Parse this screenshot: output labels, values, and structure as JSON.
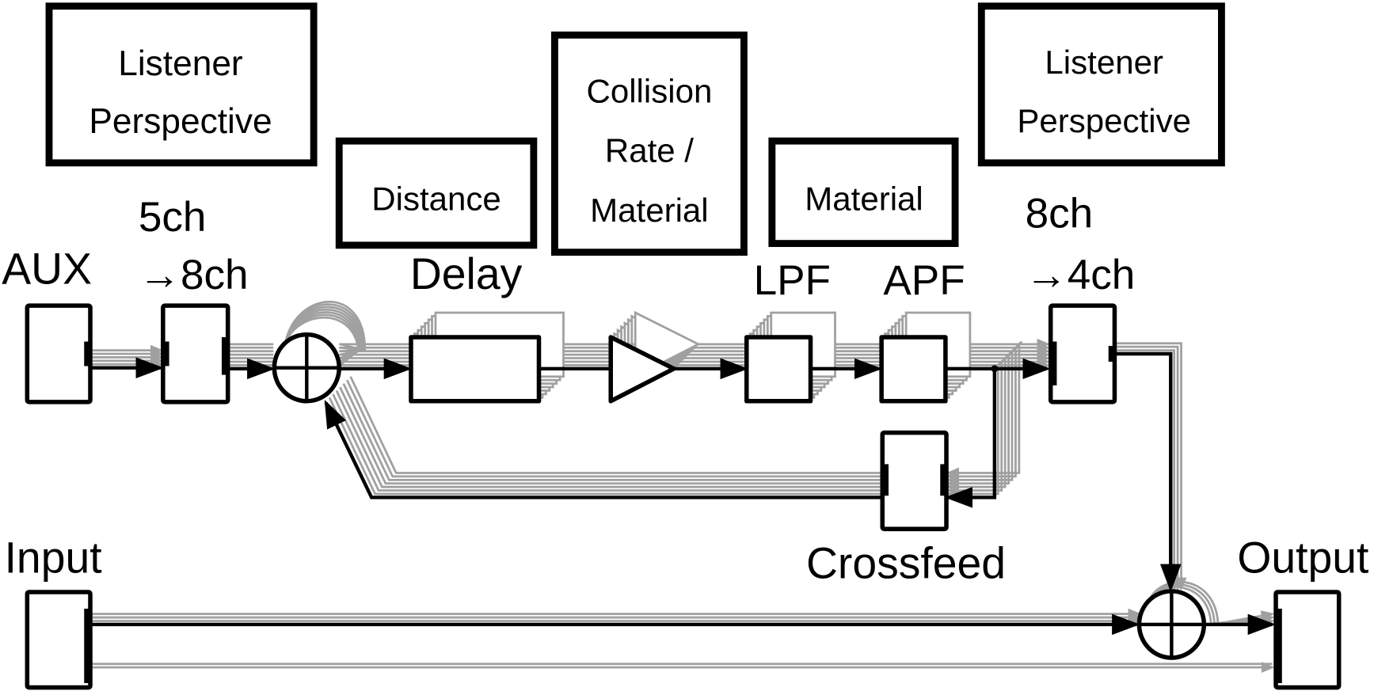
{
  "top_boxes": {
    "listener_left": [
      "Listener",
      "Perspective"
    ],
    "distance": "Distance",
    "collision": [
      "Collision",
      "Rate /",
      "Material"
    ],
    "material": "Material",
    "listener_right": [
      "Listener",
      "Perspective"
    ]
  },
  "labels": {
    "aux": "AUX",
    "upmix_line1": "5ch",
    "upmix_line2": "→8ch",
    "delay": "Delay",
    "lpf": "LPF",
    "apf": "APF",
    "downmix_line1": "8ch",
    "downmix_line2": "→4ch",
    "crossfeed": "Crossfeed",
    "input": "Input",
    "output": "Output"
  },
  "colors": {
    "main": "#000000",
    "channel_lines": "#a0a0a0"
  }
}
